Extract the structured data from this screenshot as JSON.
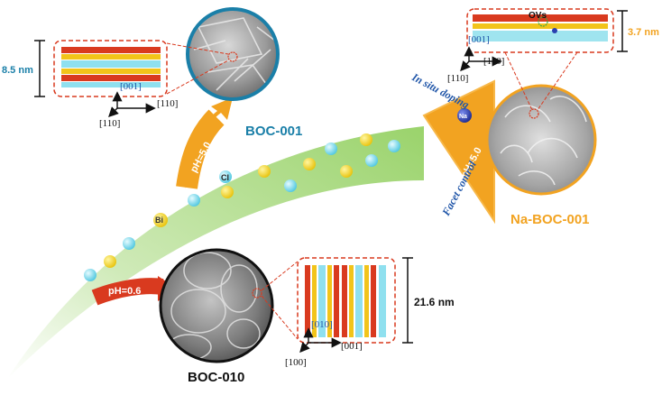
{
  "colors": {
    "teal_label": "#1a7fa8",
    "blue_label": "#1f55a8",
    "orange": "#f2a321",
    "orange_label": "#f2a321",
    "red_arrow": "#d93a1f",
    "green_band": "#9ad36b",
    "bi_yellow": "#f4d21a",
    "cl_cyan": "#6fd7ea",
    "na_blue": "#2a3fb0"
  },
  "boc001": {
    "name": "BOC-001",
    "condition": "pH=5.0",
    "thickness": "8.5 nm",
    "dir_a": "[001]",
    "dir_b": "[110]",
    "dir_c": "[110]"
  },
  "boc010": {
    "name": "BOC-010",
    "condition": "pH=0.6",
    "thickness": "21.6 nm",
    "dir_a": "[010]",
    "dir_b": "[001]",
    "dir_c": "[100]"
  },
  "naboc001": {
    "name": "Na-BOC-001",
    "condition": "pH=5.0",
    "doping": "In situ doping",
    "facet": "Facet control",
    "thickness": "3.7 nm",
    "vacancy": "OVs",
    "dir_a": "[001]",
    "dir_b": "[110]",
    "dir_c": "[110]"
  },
  "atoms": {
    "bi": "Bi",
    "cl": "Cl",
    "na": "Na"
  }
}
